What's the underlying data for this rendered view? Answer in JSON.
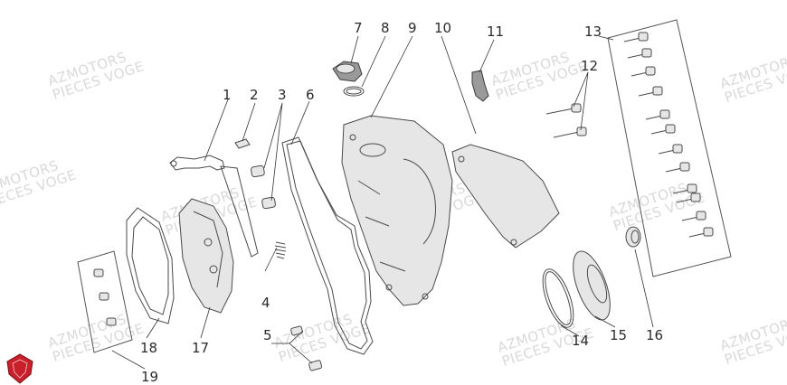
{
  "watermark": {
    "line1": "AZMOTORS",
    "line2": "PIECES VOGE"
  },
  "callouts": [
    "1",
    "2",
    "3",
    "4",
    "5",
    "6",
    "7",
    "8",
    "9",
    "10",
    "11",
    "12",
    "13",
    "14",
    "15",
    "16",
    "17",
    "18",
    "19"
  ],
  "colors": {
    "line": "#4a4a4a",
    "watermark": "#d9d9d9",
    "logo": "#c8202a"
  },
  "logo_icon": "shield-logo-icon"
}
